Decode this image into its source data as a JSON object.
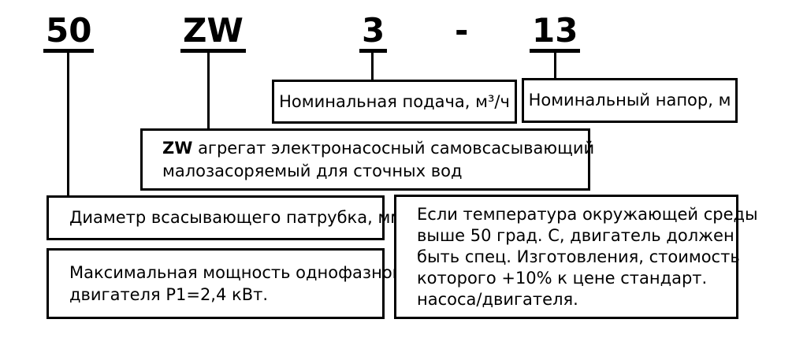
{
  "code": {
    "diameter": "50",
    "series": "ZW",
    "flow": "3",
    "separator": "-",
    "head": "13"
  },
  "callouts": {
    "flow": {
      "label": "Номинальная подача, м³/ч"
    },
    "head": {
      "label": "Номинальный напор, м"
    },
    "series": {
      "bold_prefix": "ZW",
      "line1": " агрегат электронасосный самовсасывающий",
      "line2": "малозасоряемый для сточных вод"
    },
    "diameter": {
      "label": "Диаметр всасывающего патрубка, мм"
    },
    "power": {
      "line1": "Максимальная мощность однофазного",
      "line2": "двигателя P1=2,4 кВт."
    },
    "temperature": {
      "line1": "Если температура окружающей среды",
      "line2": "выше 50 град. С, двигатель должен",
      "line3": "быть спец. Изготовления, стоимость",
      "line4": "которого +10% к цене стандарт.",
      "line5": "насоса/двигателя."
    }
  },
  "colors": {
    "ink": "#000000",
    "background": "#ffffff"
  }
}
